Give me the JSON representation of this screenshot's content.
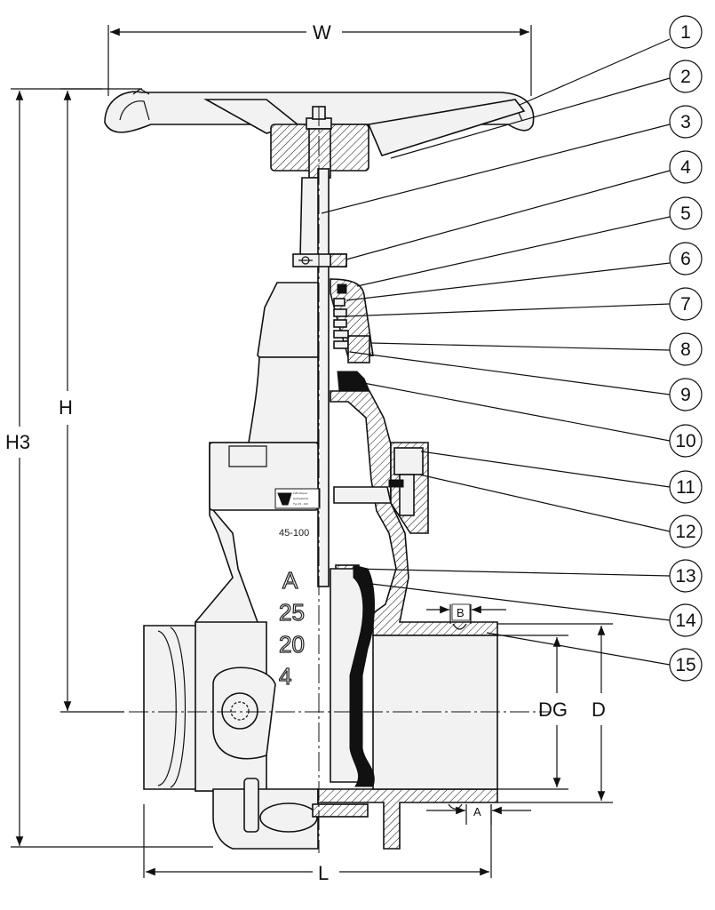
{
  "dimensions": {
    "W": "W",
    "H": "H",
    "H3": "H3",
    "L": "L",
    "DG": "DG",
    "D": "D",
    "A": "A",
    "B": "B"
  },
  "callouts": [
    "1",
    "2",
    "3",
    "4",
    "5",
    "6",
    "7",
    "8",
    "9",
    "10",
    "11",
    "12",
    "13",
    "14",
    "15"
  ],
  "body_markings": {
    "logo": "A",
    "line1": "25",
    "line2": "20",
    "line3": "4",
    "model": "45-100"
  }
}
